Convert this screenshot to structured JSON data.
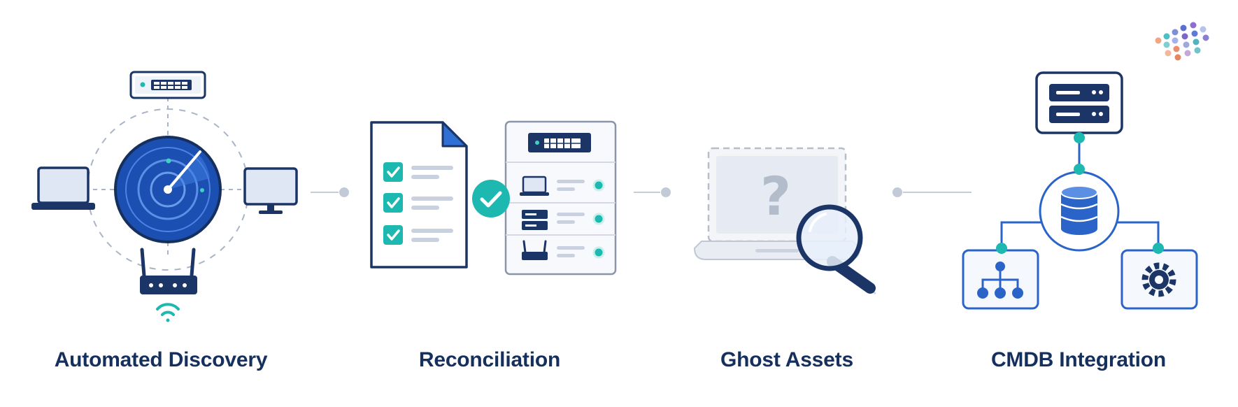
{
  "stages": [
    {
      "label": "Automated Discovery"
    },
    {
      "label": "Reconciliation"
    },
    {
      "label": "Ghost Assets"
    },
    {
      "label": "CMDB Integration"
    }
  ],
  "icons": {
    "discovery": [
      "radar-icon",
      "network-switch-icon",
      "laptop-icon",
      "monitor-icon",
      "router-icon",
      "wifi-icon"
    ],
    "reconciliation": [
      "checklist-document-icon",
      "checkmark-icon",
      "asset-list-icon"
    ],
    "ghost": [
      "ghost-laptop-icon",
      "question-mark-icon",
      "magnifier-icon"
    ],
    "cmdb": [
      "server-icon",
      "database-icon",
      "hierarchy-icon",
      "gear-icon"
    ],
    "brand": "dot-grid-logo-icon"
  },
  "colors": {
    "navy": "#1b3566",
    "blue": "#2057c2",
    "teal": "#1db8b0",
    "light_blue": "#dbe6f7",
    "gray": "#b9c1cf",
    "label": "#16305e"
  }
}
